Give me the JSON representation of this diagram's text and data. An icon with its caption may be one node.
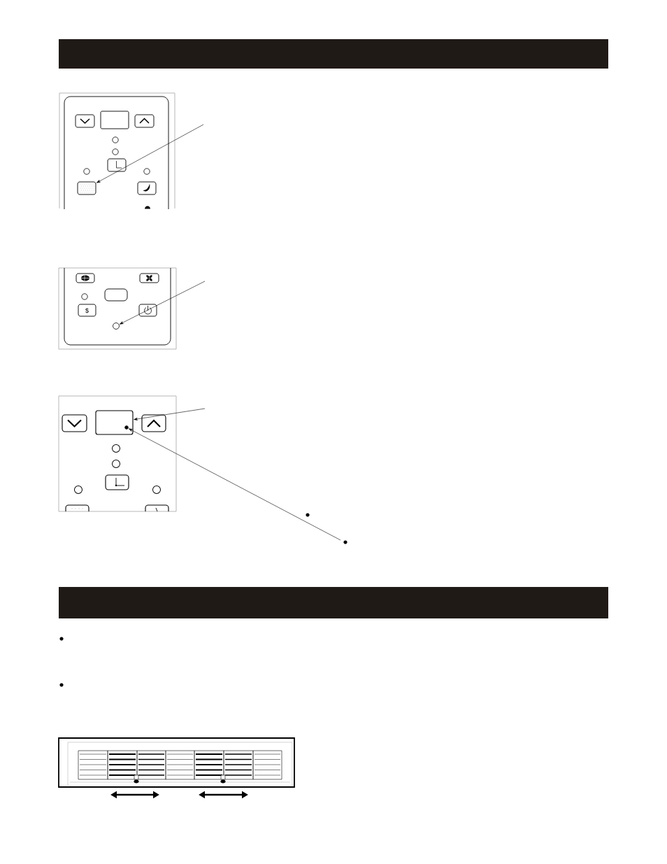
{
  "diagram": {
    "nodes": [
      {
        "text": [],
        "shape": "box"
      },
      {
        "text": [],
        "shape": "circle"
      },
      {
        "text": [],
        "shape": "box"
      },
      {
        "text": [],
        "shape": "circle",
        "in": 2
      }
    ],
    "edges": [
      {
        "from": null,
        "to": 0,
        "arrow": "to"
      },
      {
        "from": null,
        "to": 1,
        "arrow": "to"
      },
      {
        "from": null,
        "to": 2,
        "arrow": "to"
      },
      {
        "from": null,
        "to": 3,
        "arrow": "to"
      }
    ],
    "labels": [
      "$"
    ]
  }
}
